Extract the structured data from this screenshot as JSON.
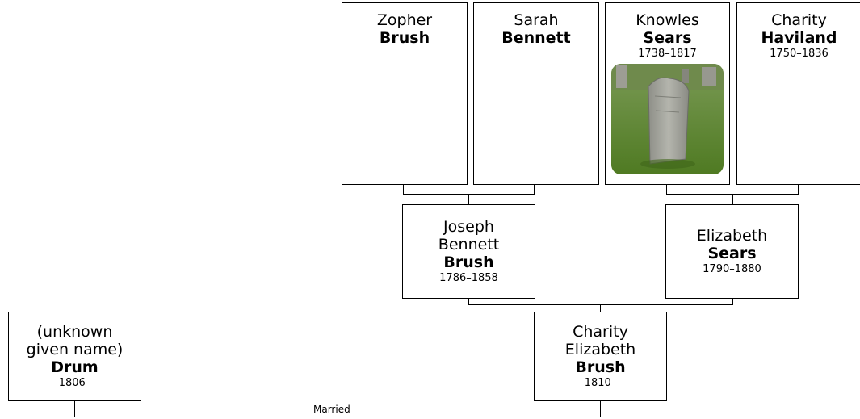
{
  "people": {
    "zopher": {
      "given": "Zopher",
      "surname": "Brush",
      "dates": ""
    },
    "sarah": {
      "given": "Sarah",
      "surname": "Bennett",
      "dates": ""
    },
    "knowles": {
      "given": "Knowles",
      "surname": "Sears",
      "dates": "1738–1817"
    },
    "charity_h": {
      "given": "Charity",
      "surname": "Haviland",
      "dates": "1750–1836"
    },
    "joseph": {
      "given": "Joseph\nBennett",
      "surname": "Brush",
      "dates": "1786–1858"
    },
    "elizabeth": {
      "given": "Elizabeth",
      "surname": "Sears",
      "dates": "1790–1880"
    },
    "charity_e": {
      "given": "Charity\nElizabeth",
      "surname": "Brush",
      "dates": "1810–"
    },
    "drum": {
      "given": "(unknown\ngiven name)",
      "surname": "Drum",
      "dates": "1806–"
    }
  },
  "marriage_label": "Married",
  "photo": {
    "subject": "gravestone-photo",
    "colors": {
      "grass": "#5d8a2e",
      "stone": "#a9aaa2",
      "sky": "#c8cdbf"
    }
  }
}
